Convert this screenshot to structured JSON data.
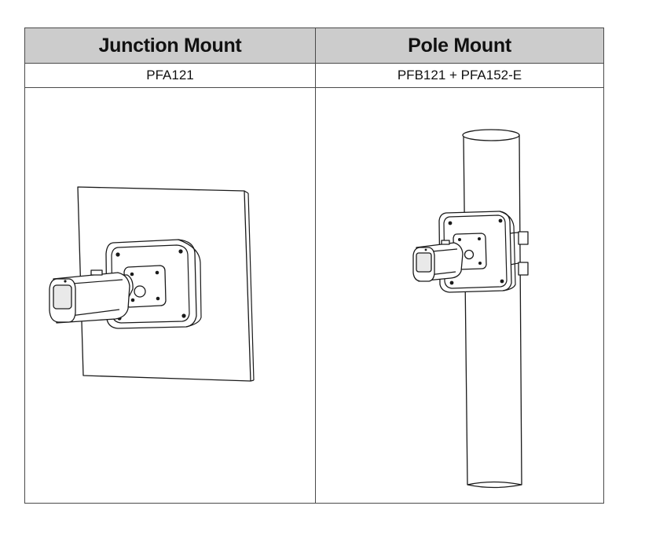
{
  "table": {
    "headers": [
      "Junction Mount",
      "Pole Mount"
    ],
    "models": [
      "PFA121",
      "PFB121 + PFA152-E"
    ]
  },
  "illustrations": [
    {
      "depicts": "camera-on-wall-junction-box",
      "icon": "junction-mount-illustration"
    },
    {
      "depicts": "camera-on-pole-mount",
      "icon": "pole-mount-illustration"
    }
  ],
  "colors": {
    "header_bg": "#cccccc",
    "border": "#4a4a4a",
    "line_art": "#1a1a1a"
  }
}
